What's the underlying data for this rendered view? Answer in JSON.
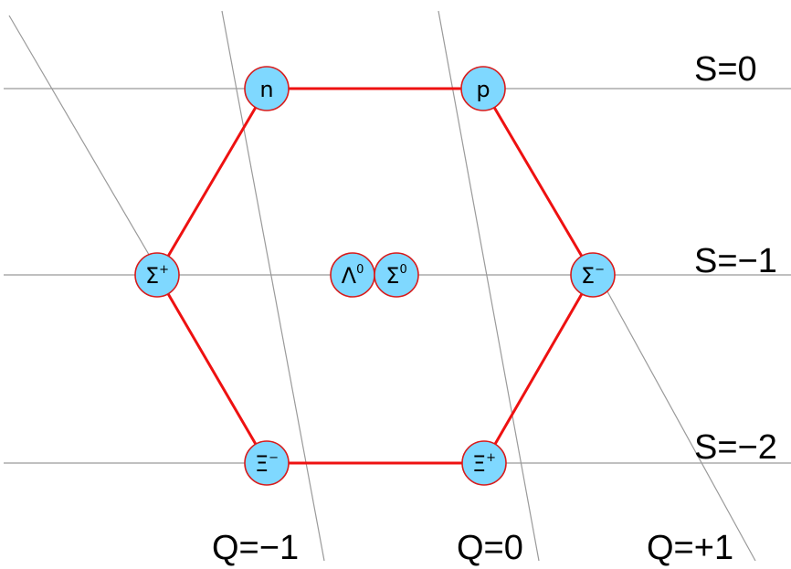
{
  "strangeness_labels": [
    "S=0",
    "S=−1",
    "S=−2"
  ],
  "charge_labels": [
    "Q=−1",
    "Q=0",
    "Q=+1"
  ],
  "colors": {
    "node_fill": "#7fd8ff",
    "node_stroke": "#d81b1b",
    "edge": "#ee1111",
    "guide": "#9a9a9a"
  },
  "particles": [
    {
      "id": "n",
      "symbol": "n",
      "sup": ""
    },
    {
      "id": "p",
      "symbol": "p",
      "sup": ""
    },
    {
      "id": "sigma-plus",
      "symbol": "Σ",
      "sup": "+"
    },
    {
      "id": "lambda-0",
      "symbol": "Λ",
      "sup": "0"
    },
    {
      "id": "sigma-0",
      "symbol": "Σ",
      "sup": "0"
    },
    {
      "id": "sigma-minus",
      "symbol": "Σ",
      "sup": "−"
    },
    {
      "id": "xi-minus",
      "symbol": "Ξ",
      "sup": "−"
    },
    {
      "id": "xi-plus",
      "symbol": "Ξ",
      "sup": "+"
    }
  ]
}
